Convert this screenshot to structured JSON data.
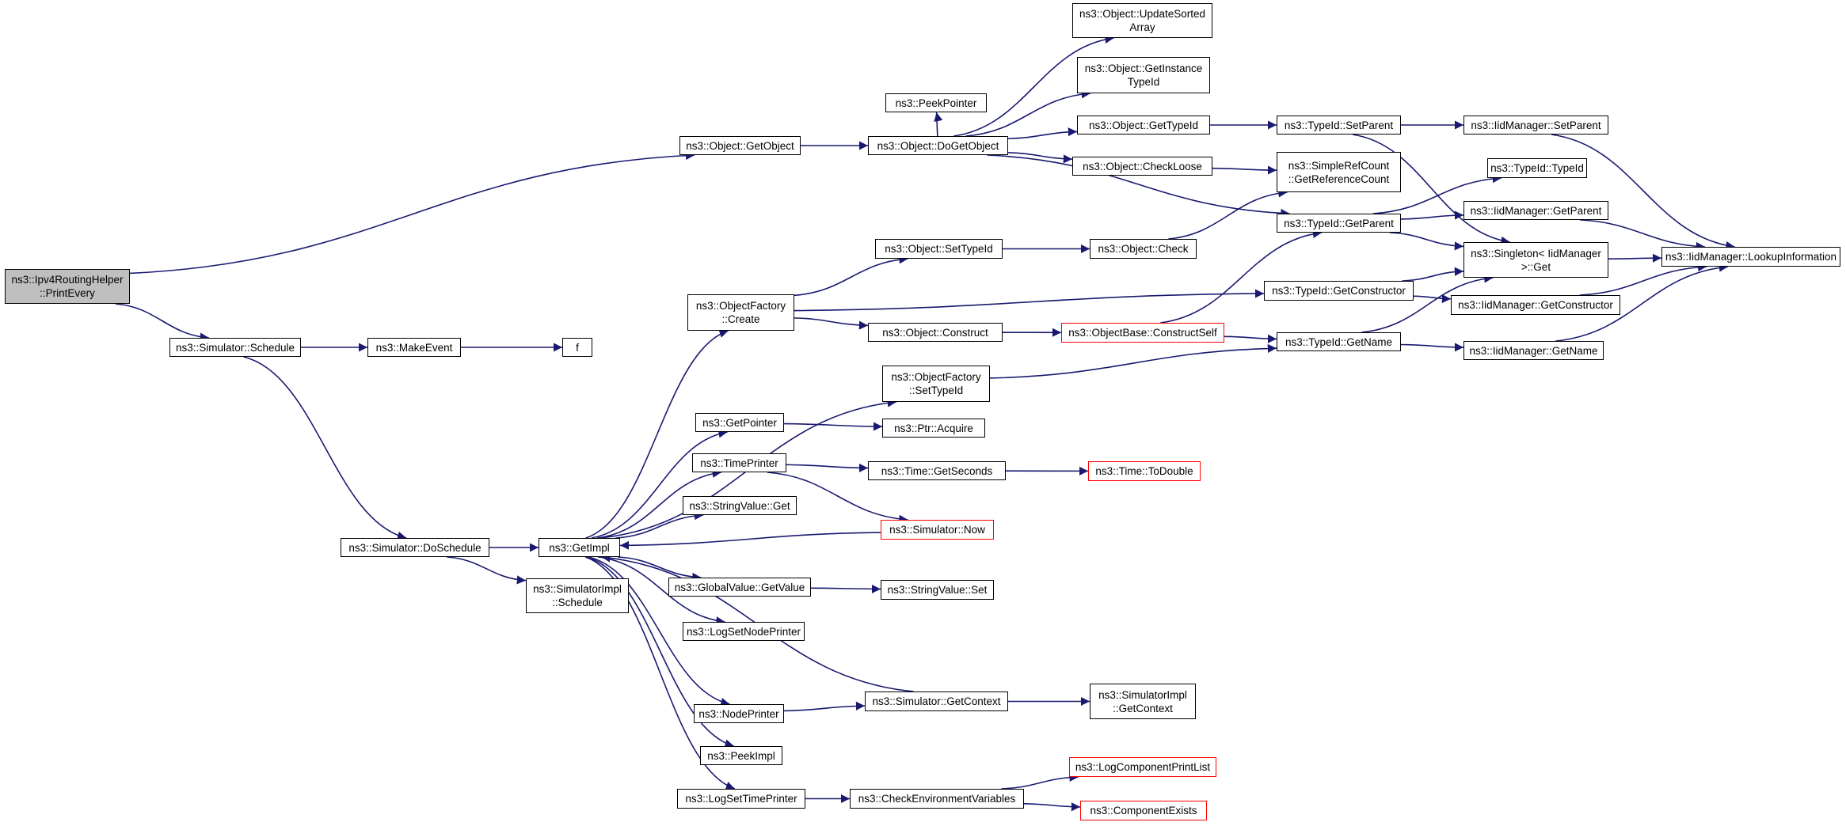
{
  "colors": {
    "edge": "#191970",
    "border": "#000000",
    "truncated_border": "#ff0000",
    "root_fill": "#bfbfbf"
  },
  "nodes": {
    "root": "ns3::Ipv4RoutingHelper\n::PrintEvery",
    "getobject": "ns3::Object::GetObject",
    "peekpointer": "ns3::PeekPointer",
    "dogetobject": "ns3::Object::DoGetObject",
    "updatesortedarray": "ns3::Object::UpdateSorted\nArray",
    "getinstancetypeid": "ns3::Object::GetInstance\nTypeId",
    "obj_gettypeid": "ns3::Object::GetTypeId",
    "checkloose": "ns3::Object::CheckLoose",
    "tid_setparent": "ns3::TypeId::SetParent",
    "iid_setparent": "ns3::IidManager::SetParent",
    "getreferencecount": "ns3::SimpleRefCount\n::GetReferenceCount",
    "tid_typeid": "ns3::TypeId::TypeId",
    "tid_getparent": "ns3::TypeId::GetParent",
    "iid_getparent": "ns3::IidManager::GetParent",
    "singleton_get": "ns3::Singleton< IidManager\n>::Get",
    "lookupinformation": "ns3::IidManager::LookupInformation",
    "obj_settypeid": "ns3::Object::SetTypeId",
    "obj_check": "ns3::Object::Check",
    "tid_getconstructor": "ns3::TypeId::GetConstructor",
    "iid_getconstructor": "ns3::IidManager::GetConstructor",
    "objectfactory_create": "ns3::ObjectFactory\n::Create",
    "obj_construct": "ns3::Object::Construct",
    "constructself": "ns3::ObjectBase::ConstructSelf",
    "tid_getname": "ns3::TypeId::GetName",
    "iid_getname": "ns3::IidManager::GetName",
    "sim_schedule": "ns3::Simulator::Schedule",
    "makeevent": "ns3::MakeEvent",
    "f": "f",
    "objectfactory_settypeid": "ns3::ObjectFactory\n::SetTypeId",
    "getpointer": "ns3::GetPointer",
    "ptr_acquire": "ns3::Ptr::Acquire",
    "timeprinter": "ns3::TimePrinter",
    "time_getseconds": "ns3::Time::GetSeconds",
    "time_todouble": "ns3::Time::ToDouble",
    "stringvalue_get": "ns3::StringValue::Get",
    "sim_now": "ns3::Simulator::Now",
    "sim_doschedule": "ns3::Simulator::DoSchedule",
    "getimpl": "ns3::GetImpl",
    "globalvalue_getvalue": "ns3::GlobalValue::GetValue",
    "stringvalue_set": "ns3::StringValue::Set",
    "simimpl_schedule": "ns3::SimulatorImpl\n::Schedule",
    "logsetnodeprinter": "ns3::LogSetNodePrinter",
    "nodeprinter": "ns3::NodePrinter",
    "sim_getcontext": "ns3::Simulator::GetContext",
    "simimpl_getcontext": "ns3::SimulatorImpl\n::GetContext",
    "peekimpl": "ns3::PeekImpl",
    "logsettimeprinter": "ns3::LogSetTimePrinter",
    "checkenvvars": "ns3::CheckEnvironmentVariables",
    "logcomponentprintlist": "ns3::LogComponentPrintList",
    "componentexists": "ns3::ComponentExists"
  }
}
